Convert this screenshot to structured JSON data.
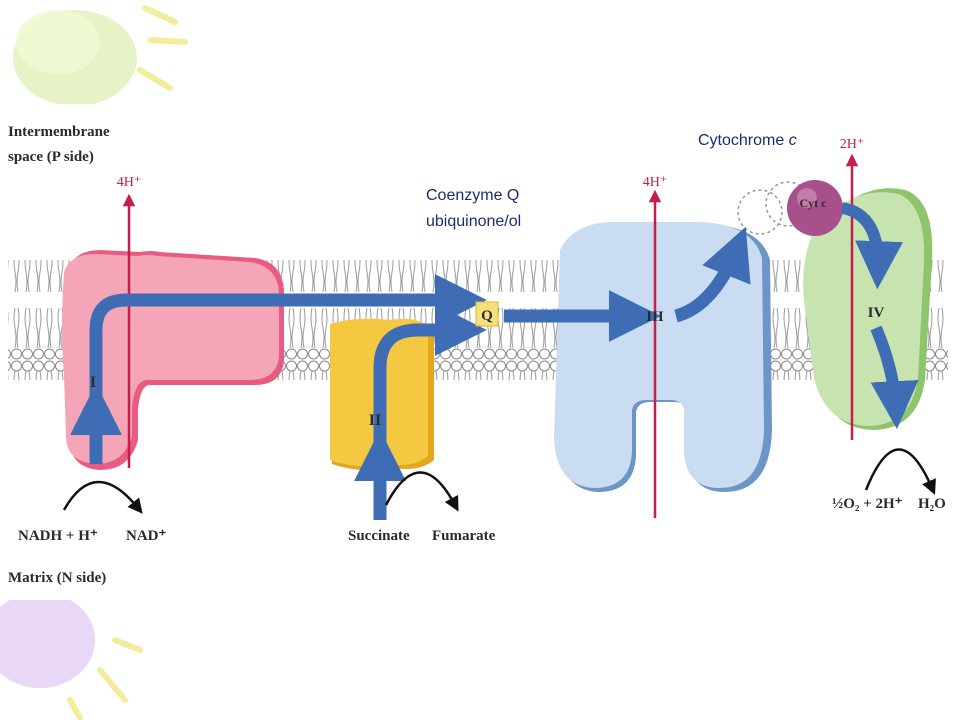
{
  "side_labels": {
    "intermembrane_line1": "Intermembrane",
    "intermembrane_line2": "space (P side)",
    "matrix": "Matrix (N side)"
  },
  "callouts": {
    "coenzyme_q_line1": "Coenzyme Q",
    "coenzyme_q_line2": "ubiquinone/ol",
    "cytochrome_c_prefix": "Cytochrome ",
    "cytochrome_c_italic": "c"
  },
  "complexes": {
    "I": "I",
    "II": "II",
    "III": "III",
    "IV": "IV",
    "Q": "Q",
    "cyt_c": "Cyt c"
  },
  "proton_labels": {
    "complex_I": "4H⁺",
    "complex_III": "4H⁺",
    "complex_IV": "2H⁺"
  },
  "substrates": {
    "nadh": "NADH + H⁺",
    "nad": "NAD⁺",
    "succinate": "Succinate",
    "fumarate": "Fumarate",
    "oxygen": "½O₂ + 2H⁺",
    "water": "H₂O"
  },
  "colors": {
    "complex_I": "#f4a6b8",
    "complex_II": "#f5c842",
    "complex_III": "#c9dcf2",
    "complex_IV": "#c6e3b0",
    "cyt_c": "#a8508a",
    "electron_arrow": "#3f6db5",
    "proton_arrow": "#c41e4a",
    "q_box": "#f5e07a"
  }
}
